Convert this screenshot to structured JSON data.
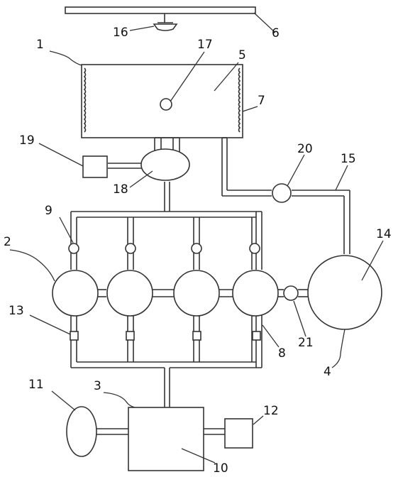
{
  "labels": {
    "n1": "1",
    "n2": "2",
    "n3": "3",
    "n4": "4",
    "n5": "5",
    "n6": "6",
    "n7": "7",
    "n8": "8",
    "n9": "9",
    "n10": "10",
    "n11": "11",
    "n12": "12",
    "n13": "13",
    "n14": "14",
    "n15": "15",
    "n16": "16",
    "n17": "17",
    "n18": "18",
    "n19": "19",
    "n20": "20",
    "n21": "21"
  },
  "colors": {
    "line": "#333333",
    "background": "#ffffff"
  }
}
